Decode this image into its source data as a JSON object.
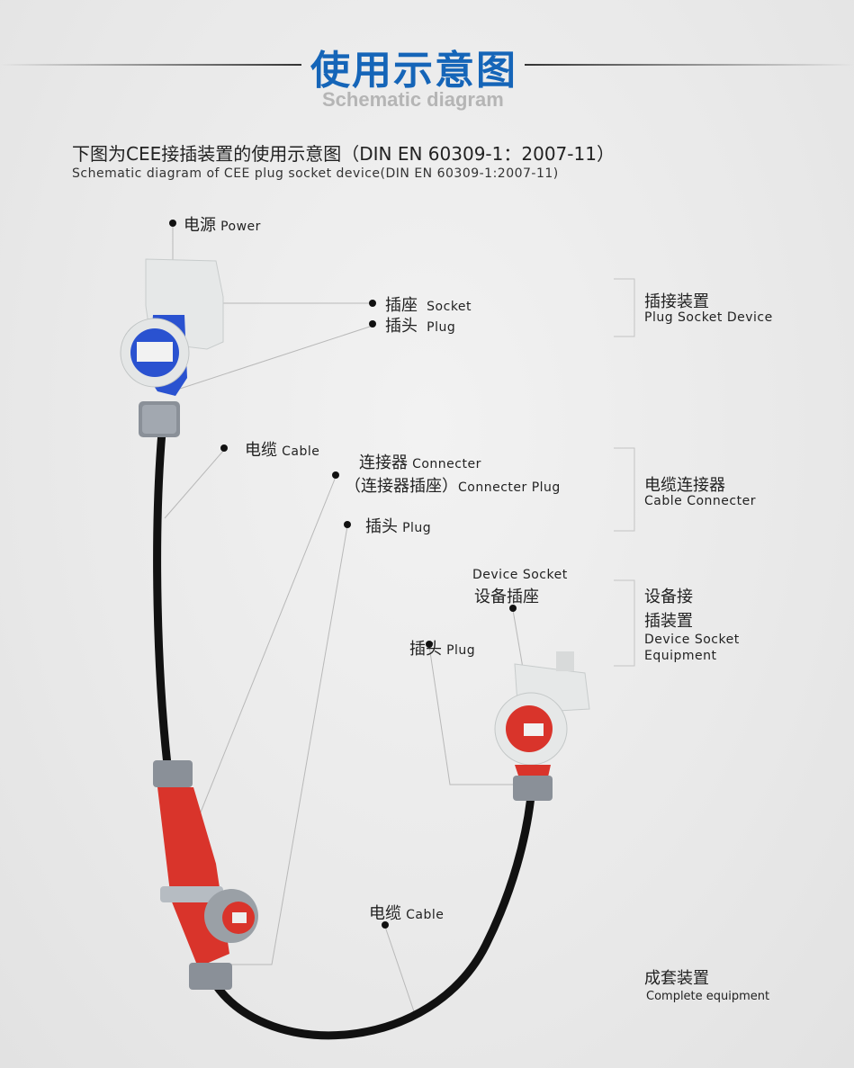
{
  "header": {
    "title": "使用示意图",
    "subtitle": "Schematic diagram"
  },
  "intro": {
    "cn": "下图为CEE接插装置的使用示意图（DIN EN 60309-1：2007-11）",
    "en": "Schematic diagram of CEE plug socket device(DIN EN 60309-1:2007-11)"
  },
  "labels": {
    "power": {
      "cn": "电源",
      "en": "Power"
    },
    "socket": {
      "cn": "插座",
      "en": "Socket"
    },
    "plug1": {
      "cn": "插头",
      "en": "Plug"
    },
    "cable1": {
      "cn": "电缆",
      "en": "Cable"
    },
    "connecter": {
      "cn": "连接器",
      "en": "Connecter"
    },
    "connecter_plug": {
      "cn": "（连接器插座）",
      "en": "Connecter Plug"
    },
    "plug2": {
      "cn": "插头",
      "en": "Plug"
    },
    "device_socket": {
      "cn": "设备插座",
      "en": "Device Socket"
    },
    "plug3": {
      "cn": "插头",
      "en": "Plug"
    },
    "cable2": {
      "cn": "电缆",
      "en": "Cable"
    }
  },
  "groups": [
    {
      "cn": "插接装置",
      "en": "Plug Socket Device"
    },
    {
      "cn": "电缆连接器",
      "en": "Cable Connecter"
    },
    {
      "cn1": "设备接",
      "cn2": "插装置",
      "en1": "Device Socket",
      "en2": "Equipment"
    },
    {
      "cn": "成套装置",
      "en": "Complete equipment"
    }
  ],
  "colors": {
    "title": "#1565b8",
    "blue_device": "#2a52d0",
    "red_device": "#d9342b"
  }
}
